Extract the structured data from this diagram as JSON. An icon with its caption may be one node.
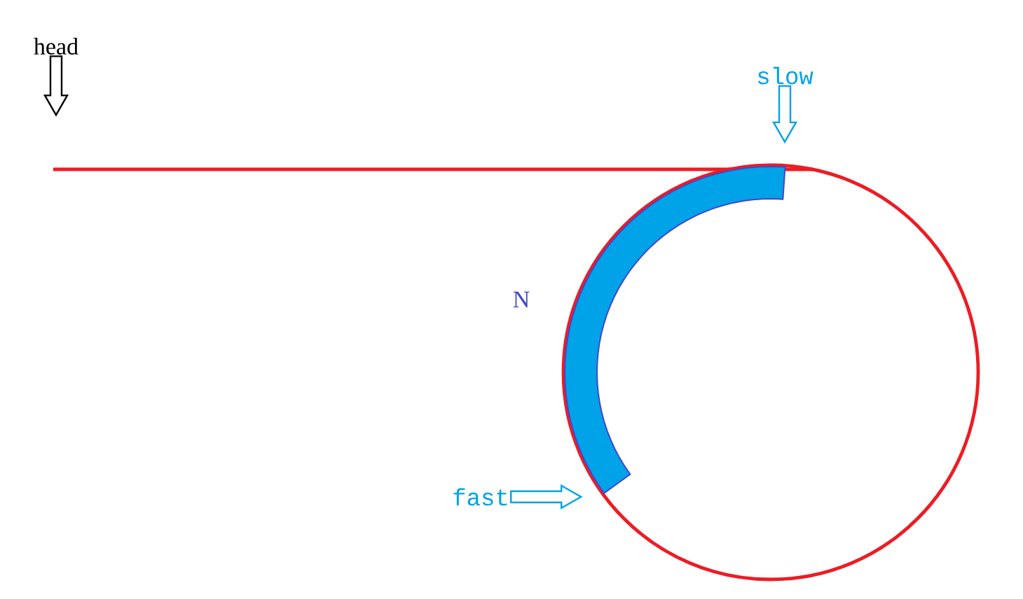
{
  "diagram": {
    "nodes": [
      {
        "text": [
          "head"
        ]
      },
      {
        "text": [
          "slow"
        ]
      },
      {
        "text": [
          "fast"
        ]
      }
    ],
    "edges": [
      {
        "from": 0,
        "to": null,
        "arrow": "to",
        "color": "#000000"
      },
      {
        "from": 1,
        "to": null,
        "arrow": "to"
      },
      {
        "from": 2,
        "to": null,
        "arrow": "to"
      }
    ],
    "labels": [
      "N"
    ]
  }
}
